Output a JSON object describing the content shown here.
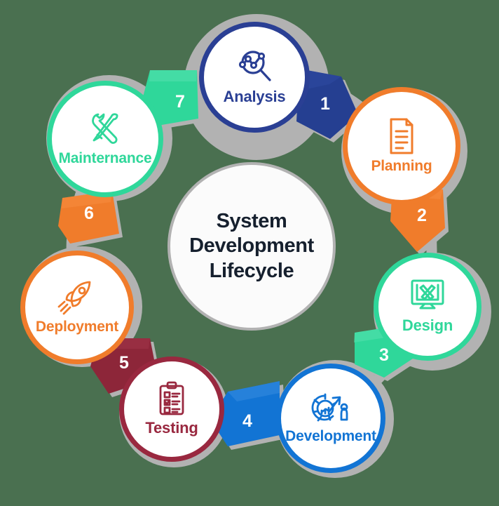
{
  "diagram": {
    "title": "System Development Lifecycle",
    "title_lines": [
      "System",
      "Development",
      "Lifecycle"
    ],
    "background_color": "#4a7050",
    "ring_shadow_color": "#b2b2b2",
    "node_fill": "#ffffff",
    "steps": [
      {
        "id": "analysis",
        "label": "Analysis",
        "color": "#2a3f94",
        "icon": "magnifier-analytics-icon",
        "arrow_number": "1",
        "arrow_color": "#253f91"
      },
      {
        "id": "planning",
        "label": "Planning",
        "color": "#f07c2b",
        "icon": "document-list-icon",
        "arrow_number": "2",
        "arrow_color": "#f07c2b"
      },
      {
        "id": "design",
        "label": "Design",
        "color": "#2fd79a",
        "icon": "monitor-pencil-icon",
        "arrow_number": "3",
        "arrow_color": "#2fd79a"
      },
      {
        "id": "development",
        "label": "Development",
        "color": "#1274d4",
        "icon": "gear-growth-arrow-icon",
        "arrow_number": "4",
        "arrow_color": "#1274d4"
      },
      {
        "id": "testing",
        "label": "Testing",
        "color": "#99283f",
        "icon": "clipboard-checklist-icon",
        "arrow_number": "5",
        "arrow_color": "#8d2639"
      },
      {
        "id": "deployment",
        "label": "Deployment",
        "color": "#f07c2b",
        "icon": "rocket-icon",
        "arrow_number": "6",
        "arrow_color": "#f07c2b"
      },
      {
        "id": "maintenance",
        "label": "Mainternance",
        "color": "#2fd79a",
        "icon": "wrench-screwdriver-icon",
        "arrow_number": "7",
        "arrow_color": "#2fd79a"
      }
    ]
  }
}
